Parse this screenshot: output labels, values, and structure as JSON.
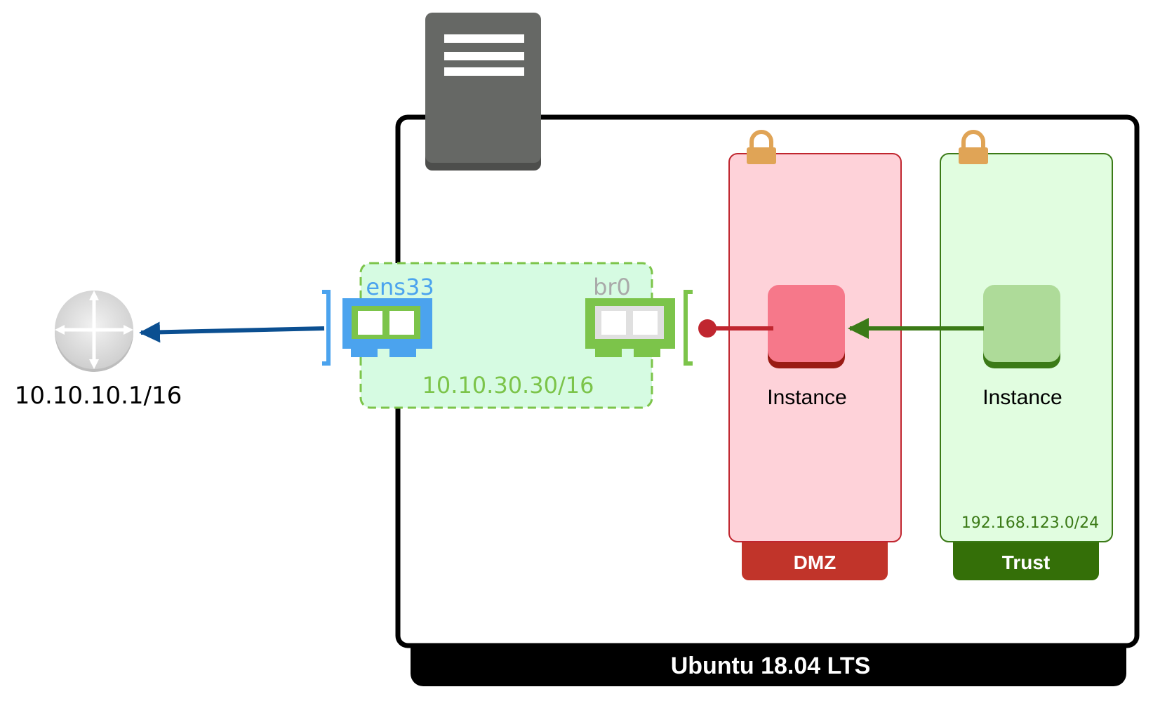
{
  "host": {
    "os_label": "Ubuntu 18.04 LTS",
    "bridge_subnet": "10.10.30.30/16",
    "interfaces": {
      "physical": "ens33",
      "bridge": "br0"
    }
  },
  "router": {
    "icon": "router-icon",
    "address": "10.10.10.1/16"
  },
  "zones": {
    "dmz": {
      "tab": "DMZ",
      "instance_label": "Instance",
      "icon": "lock-icon"
    },
    "trust": {
      "tab": "Trust",
      "instance_label": "Instance",
      "subnet": "192.168.123.0/24",
      "icon": "lock-icon"
    }
  },
  "colors": {
    "host_border": "#000000",
    "server": "#666865",
    "bridge_fill": "#d6fbe2",
    "bridge_border": "#7cc44a",
    "ens33": "#4ba3ee",
    "br0": "#7cc44a",
    "dmz_fill": "#fed2d9",
    "dmz_border": "#c0262f",
    "dmz_tab": "#c1342a",
    "dmz_instance": "#f6788a",
    "trust_fill": "#e1fde0",
    "trust_border": "#3b7a17",
    "trust_tab": "#346f08",
    "trust_instance": "#aedb99",
    "uplink_arrow": "#0b4f91",
    "dmz_link": "#c0262f",
    "trust_arrow": "#3b7a17",
    "lock": "#e0a456"
  }
}
